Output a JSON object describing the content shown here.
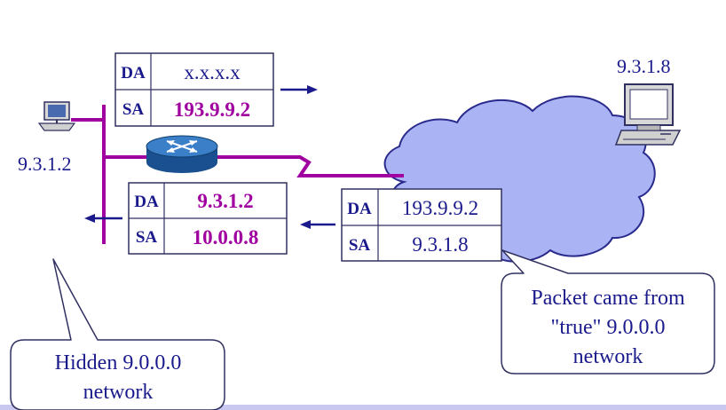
{
  "colors": {
    "ink": "#1a1a8c",
    "highlight": "#a000a0",
    "link": "#a000a0",
    "cloud_fill": "#aab4f4",
    "cloud_stroke": "#2a2a8c",
    "router": "#1e5fa8",
    "bottom_band": "#c8c8f0"
  },
  "hosts": {
    "left_ip": "9.3.1.2",
    "right_ip": "9.3.1.8"
  },
  "packets": {
    "outbound": {
      "da_label": "DA",
      "sa_label": "SA",
      "da_value": "x.x.x.x",
      "sa_value": "193.9.9.2",
      "highlight": "sa"
    },
    "inbound_translated": {
      "da_label": "DA",
      "sa_label": "SA",
      "da_value": "9.3.1.2",
      "sa_value": "10.0.0.8",
      "highlight": "both"
    },
    "inbound_original": {
      "da_label": "DA",
      "sa_label": "SA",
      "da_value": "193.9.9.2",
      "sa_value": "9.3.1.8",
      "highlight": "none"
    }
  },
  "callouts": {
    "right": {
      "line1": "Packet came from",
      "line2": "\"true\" 9.0.0.0",
      "line3": "network"
    },
    "left": {
      "line1": "Hidden 9.0.0.0",
      "line2": "network"
    }
  },
  "icons": {
    "left_host": "desktop-computer-icon",
    "right_host": "desktop-computer-icon",
    "router": "router-icon",
    "internet": "cloud-icon"
  }
}
